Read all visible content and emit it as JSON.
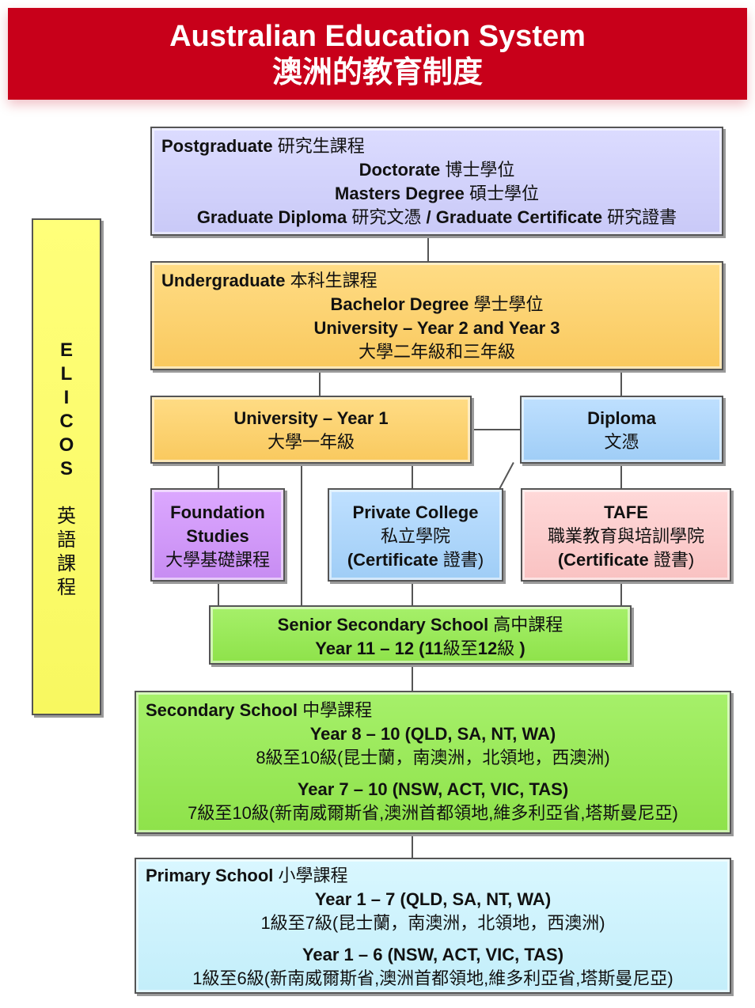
{
  "title": {
    "english": "Australian Education System",
    "chinese": "澳洲的教育制度"
  },
  "elicos": {
    "letters": [
      "E",
      "L",
      "I",
      "C",
      "O",
      "S"
    ],
    "chinese": [
      "英",
      "語",
      "課",
      "程"
    ]
  },
  "postgraduate": {
    "heading_en": "Postgraduate",
    "heading_zh": " 研究生課程",
    "doctorate_en": "Doctorate",
    "doctorate_zh": " 博士學位",
    "masters_en": "Masters Degree",
    "masters_zh": " 碩士學位",
    "graddip_en": "Graduate Diploma",
    "graddip_zh": " 研究文憑 ",
    "slash": "/ ",
    "gradcert_en": "Graduate Certificate",
    "gradcert_zh": " 研究證書"
  },
  "undergraduate": {
    "heading_en": "Undergraduate",
    "heading_zh": " 本科生課程",
    "bachelor_en": "Bachelor Degree",
    "bachelor_zh": " 學士學位",
    "university": "University  – Year 2 and Year 3",
    "university_zh": "大學二年級和三年級"
  },
  "university_year1": {
    "en": "University  – Year 1",
    "zh": "大學一年級"
  },
  "diploma": {
    "en": "Diploma",
    "zh": "文憑"
  },
  "foundation": {
    "en1": "Foundation",
    "en2": "Studies",
    "zh": "大學基礎課程"
  },
  "private_college": {
    "en": "Private College",
    "zh": "私立學院",
    "cert_open": "(Certificate",
    "cert_zh": " 證書",
    "cert_close": ")"
  },
  "tafe": {
    "en": "TAFE",
    "zh": "職業教育與培訓學院",
    "cert_open": "(Certificate",
    "cert_zh": " 證書",
    "cert_close": ")"
  },
  "senior_secondary": {
    "en": "Senior Secondary School",
    "zh": " 高中課程",
    "years_en": "Year 11 – 12 (11",
    "years_zh1": "級至",
    "years_num": "12",
    "years_zh2": "級 ",
    "years_close": " )"
  },
  "secondary": {
    "heading_en": "Secondary School",
    "heading_zh": " 中學課程",
    "line1": "Year 8 – 10 (QLD, SA, NT, WA)",
    "line2": "8級至10級(昆士蘭，南澳洲，北領地，西澳洲)",
    "line3": "Year 7 – 10 (NSW, ACT, VIC, TAS)",
    "line4": "7級至10級(新南威爾斯省,澳洲首都領地,維多利亞省,塔斯曼尼亞)"
  },
  "primary": {
    "heading_en": "Primary School",
    "heading_zh": " 小學課程",
    "line1": "Year 1 – 7 (QLD, SA, NT, WA)",
    "line2": "1級至7級(昆士蘭，南澳洲，北領地，西澳洲)",
    "line3": "Year 1 – 6 (NSW, ACT, VIC, TAS)",
    "line4": "1級至6級(新南威爾斯省,澳洲首都領地,維多利亞省,塔斯曼尼亞)"
  }
}
